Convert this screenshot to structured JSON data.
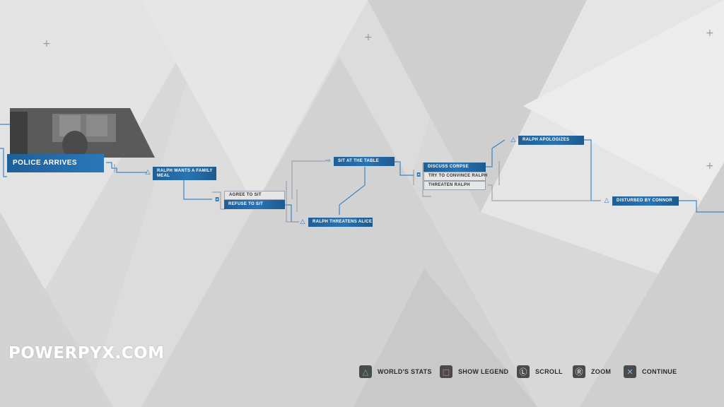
{
  "watermark": "POWERPYX.COM",
  "hero": {
    "label": "POLICE ARRIVES"
  },
  "nodes": {
    "ralph_wants": "RALPH WANTS A FAMILY MEAL",
    "agree_to_sit": "AGREE TO SIT",
    "refuse_to_sit": "REFUSE TO SIT",
    "sit_at_table": "SIT AT THE TABLE",
    "ralph_threatens": "RALPH THREATENS ALICE",
    "discuss_corpse": "DISCUSS CORPSE",
    "try_convince": "TRY TO CONVINCE RALPH",
    "threaten_ralph": "THREATEN RALPH",
    "ralph_apologizes": "RALPH APOLOGIZES",
    "disturbed": "DISTURBED BY CONNOR"
  },
  "icons": {
    "triangle": "△",
    "arrow": "⇨",
    "choice": "◘"
  },
  "controls": [
    {
      "icon": "triangle-button-icon",
      "glyph": "△",
      "color": "#4fc3a1",
      "label": "WORLD'S STATS"
    },
    {
      "icon": "square-button-icon",
      "glyph": "□",
      "color": "#e37aa8",
      "label": "SHOW LEGEND"
    },
    {
      "icon": "left-stick-icon",
      "glyph": "Ⓛ",
      "color": "#ffffff",
      "label": "SCROLL"
    },
    {
      "icon": "right-stick-icon",
      "glyph": "Ⓡ",
      "color": "#ffffff",
      "label": "ZOOM"
    },
    {
      "icon": "cross-button-icon",
      "glyph": "✕",
      "color": "#8fb5e8",
      "label": "CONTINUE"
    }
  ],
  "colors": {
    "accent": "#2a7ac0",
    "node": "#2368a5",
    "line": "#3b86c6"
  }
}
